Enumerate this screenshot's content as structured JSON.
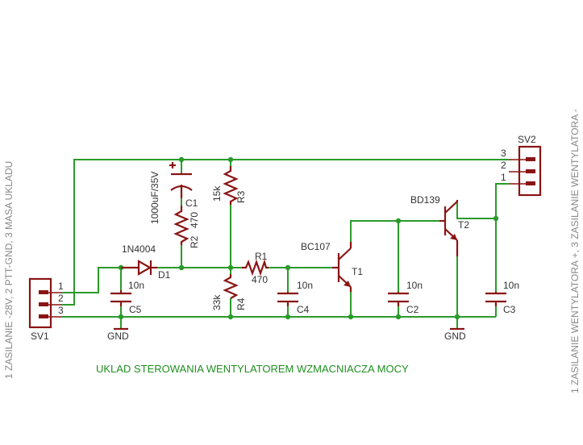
{
  "title": "UKLAD STEROWANIA WENTYLATOREM WZMACNIACZA MOCY",
  "side_left": "1 ZASILANIE -28V,  2 PTT-GND, 3 MASA UKLADU",
  "side_right": "1 ZASILANIE WENTYLATORA +, 3 ZASILANIE WENTYLATORA -",
  "connectors": {
    "sv1": {
      "name": "SV1",
      "pins": [
        "1",
        "2",
        "3"
      ]
    },
    "sv2": {
      "name": "SV2",
      "pins": [
        "3",
        "2",
        "1"
      ]
    }
  },
  "components": {
    "c1": {
      "name": "C1",
      "value": "1000uF/35V"
    },
    "r2": {
      "name": "R2",
      "value": "470"
    },
    "d1": {
      "name": "D1",
      "value": "1N4004"
    },
    "c5": {
      "name": "C5",
      "value": "10n"
    },
    "r3": {
      "name": "R3",
      "value": "15k"
    },
    "r4": {
      "name": "R4",
      "value": "33k"
    },
    "r1": {
      "name": "R1",
      "value": "470"
    },
    "c4": {
      "name": "C4",
      "value": "10n"
    },
    "t1": {
      "name": "T1",
      "value": "BC107"
    },
    "c2": {
      "name": "C2",
      "value": "10n"
    },
    "t2": {
      "name": "T2",
      "value": "BD139"
    },
    "c3": {
      "name": "C3",
      "value": "10n"
    }
  },
  "gnd": [
    "GND",
    "GND"
  ],
  "colors": {
    "wire": "#2a9a2a",
    "part": "#8a1414",
    "text": "#333333",
    "side": "#888888",
    "title": "#1f8f1f"
  }
}
